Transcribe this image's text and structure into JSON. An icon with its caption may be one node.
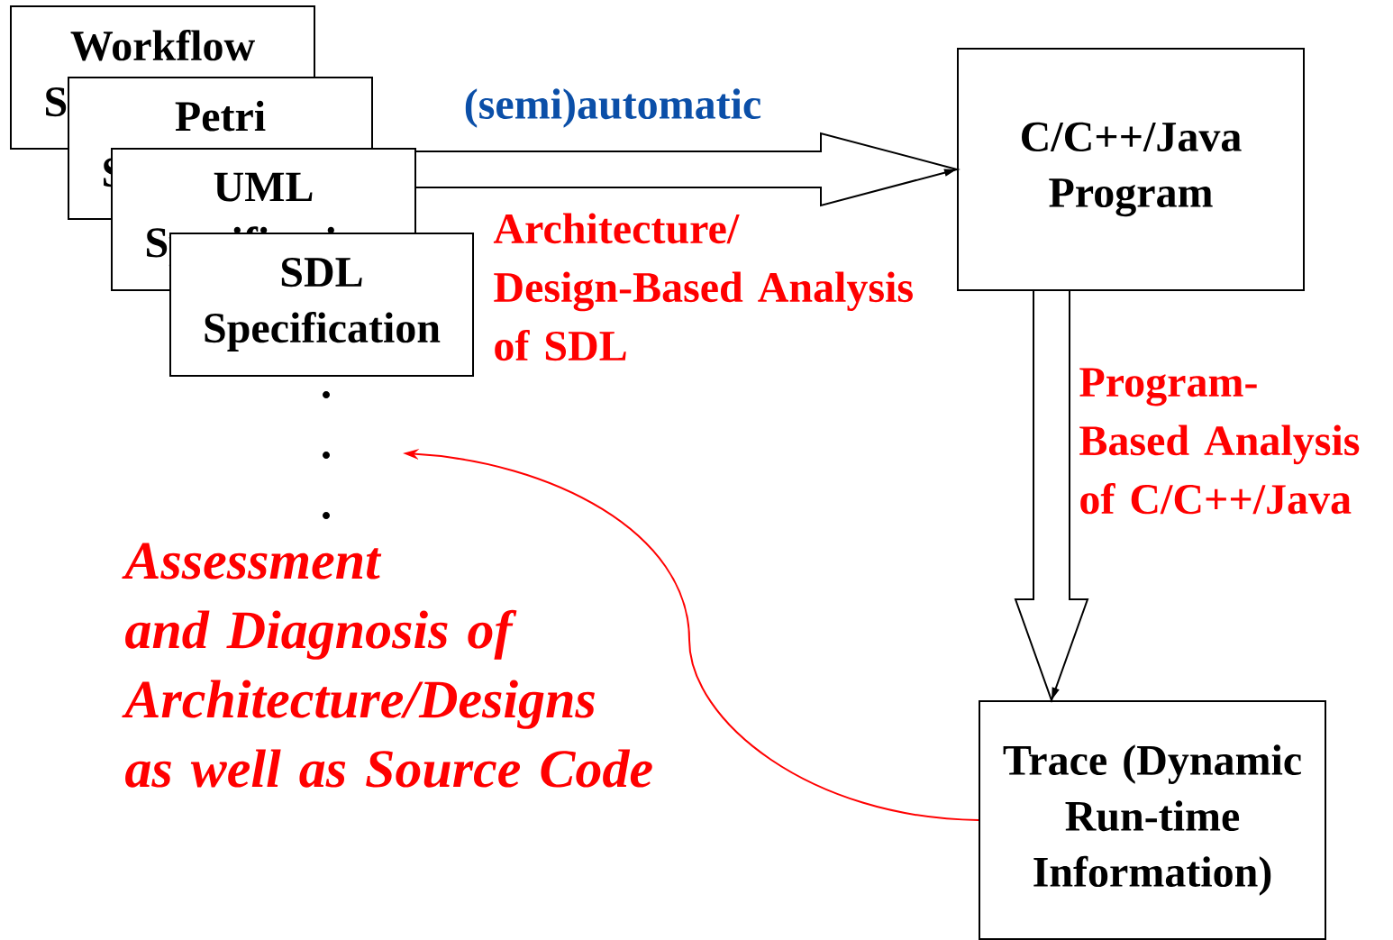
{
  "diagram": {
    "nodes": [
      {
        "text": [
          "Workflow Specification"
        ]
      },
      {
        "text": [
          "Petri Specification"
        ]
      },
      {
        "text": [
          "UML Specification"
        ]
      },
      {
        "text": [
          "SDL Specification"
        ]
      },
      {
        "text": [
          "C/C++/Java Program"
        ]
      },
      {
        "text": [
          "Trace (Dynamic Run-time Information)"
        ]
      }
    ],
    "edges": [
      {
        "from": 2,
        "to": 4,
        "arrow": "to",
        "label": "(semi)automatic"
      },
      {
        "from": 4,
        "to": 5,
        "arrow": "to"
      },
      {
        "from": 5,
        "to": null,
        "arrow": "to",
        "color": "#ff0000"
      }
    ],
    "labels": [
      "Architecture/ Design-Based Analysis of SDL",
      "Program- Based Analysis of C/C++/Java",
      "Assessment and Diagnosis of Architecture/Designs as well as Source Code"
    ]
  }
}
